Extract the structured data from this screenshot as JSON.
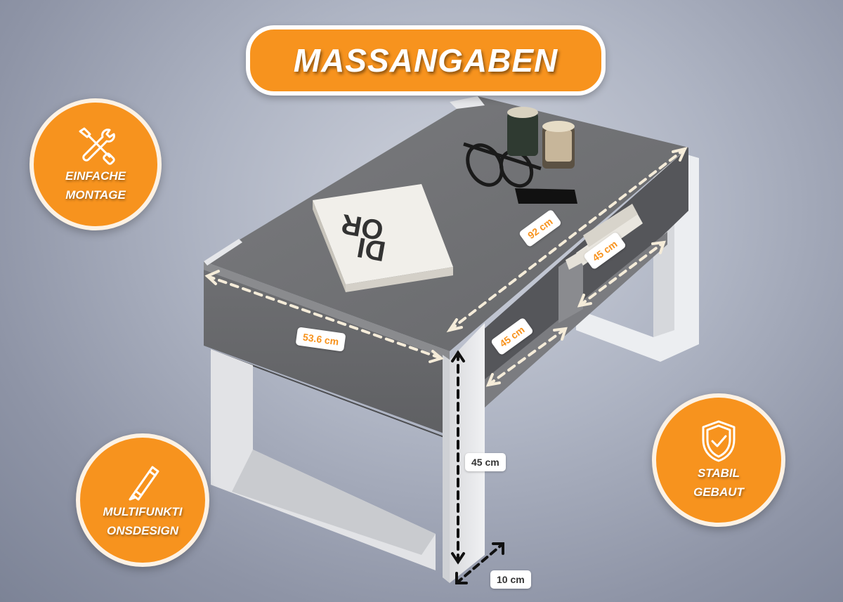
{
  "title": "MASSANGABEN",
  "badges": {
    "assembly": {
      "line1": "EINFACHE",
      "line2": "MONTAGE",
      "icon": "tools-icon"
    },
    "design": {
      "line1": "MULTIFUNKTI",
      "line2": "ONSDESIGN",
      "icon": "pencil-icon"
    },
    "stable": {
      "line1": "STABIL",
      "line2": "GEBAUT",
      "icon": "shield-check-icon"
    }
  },
  "dimensions": {
    "length": "92 cm",
    "depth": "53.6  cm",
    "shelf_width": "45 cm",
    "shelf_depth": "45 cm",
    "height": "45 cm",
    "leg_thickness": "10 cm"
  },
  "colors": {
    "accent": "#f7931e",
    "tabletop": "#6f7073",
    "frame": "#e6e7ea",
    "arrow_light": "#f5ecd9",
    "arrow_dark": "#111111"
  }
}
